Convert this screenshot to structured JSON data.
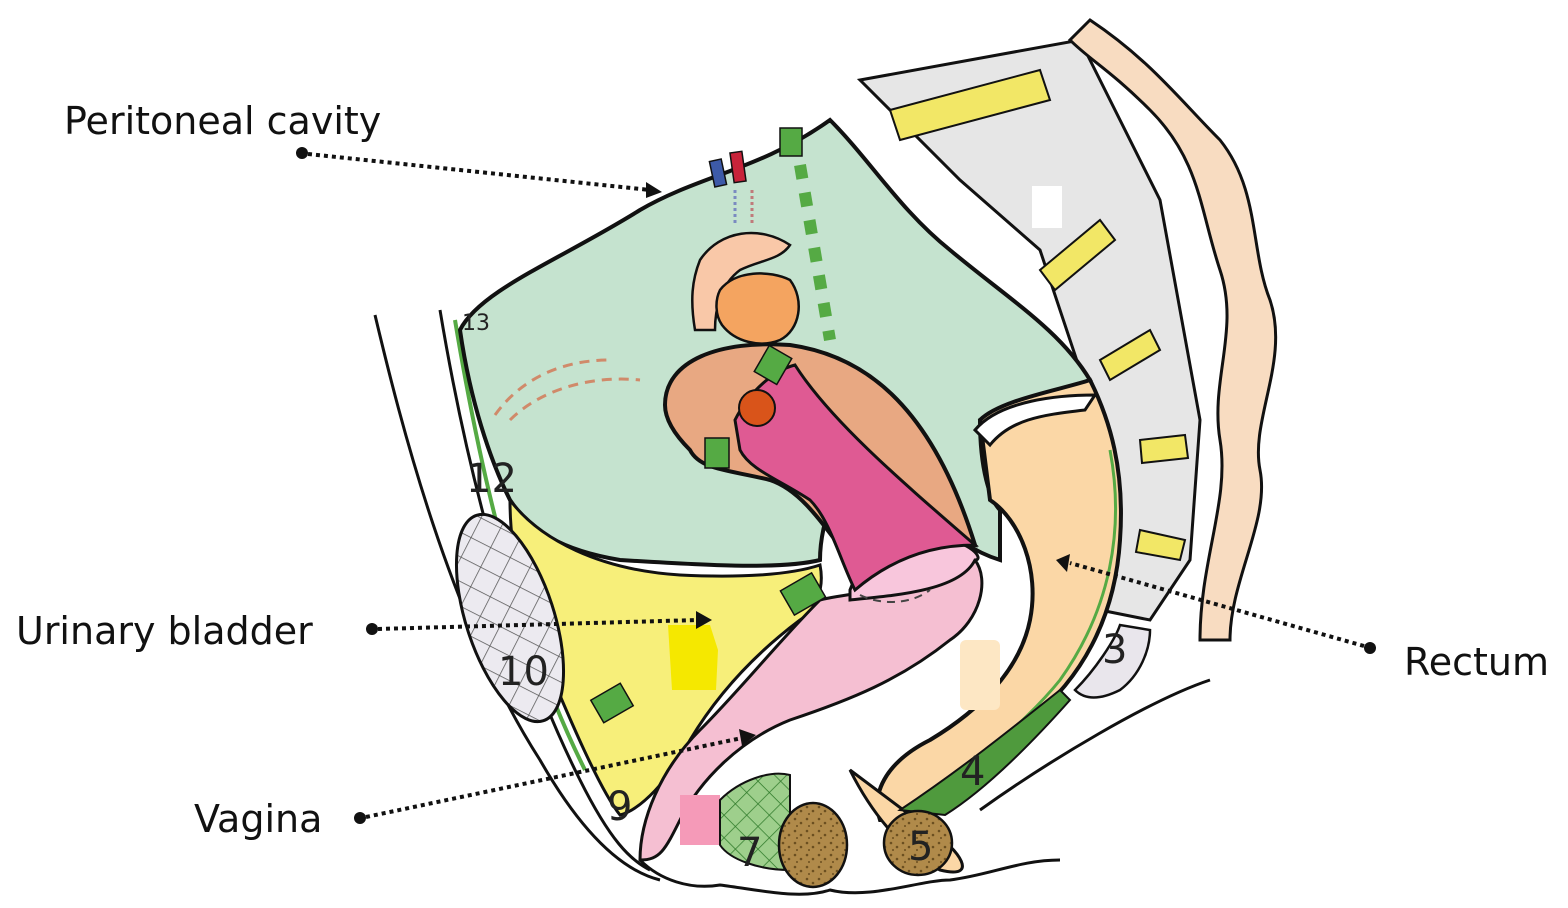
{
  "labels": {
    "peritoneal_cavity": "Peritoneal cavity",
    "urinary_bladder": "Urinary bladder",
    "vagina": "Vagina",
    "rectum": "Rectum"
  },
  "numbers": {
    "n3": "3",
    "n4": "4",
    "n5": "5",
    "n7": "7",
    "n9": "9",
    "n10": "10",
    "n12": "12",
    "n13": "13"
  },
  "colors": {
    "peritoneum": "#c5e3cf",
    "bladder": "#f7ef7a",
    "bladder_spot": "#f5e800",
    "vagina": "#f5bfd2",
    "cervix": "#f8c6dc",
    "uterus_body": "#e8a882",
    "uterus_cavity": "#df5a93",
    "ovary": "#f4a460",
    "fallopian": "#f9c8a8",
    "rectum": "#fbd7a6",
    "sacrum": "#e6e6e6",
    "sacral_discs": "#f2e766",
    "spine_soft": "#f8dcc1",
    "ligament_green": "#55aa44",
    "muscle_green": "#4f9a3d",
    "pubic_bone": "#e9e6ec",
    "sphincter_brown": "#b08a4a"
  }
}
